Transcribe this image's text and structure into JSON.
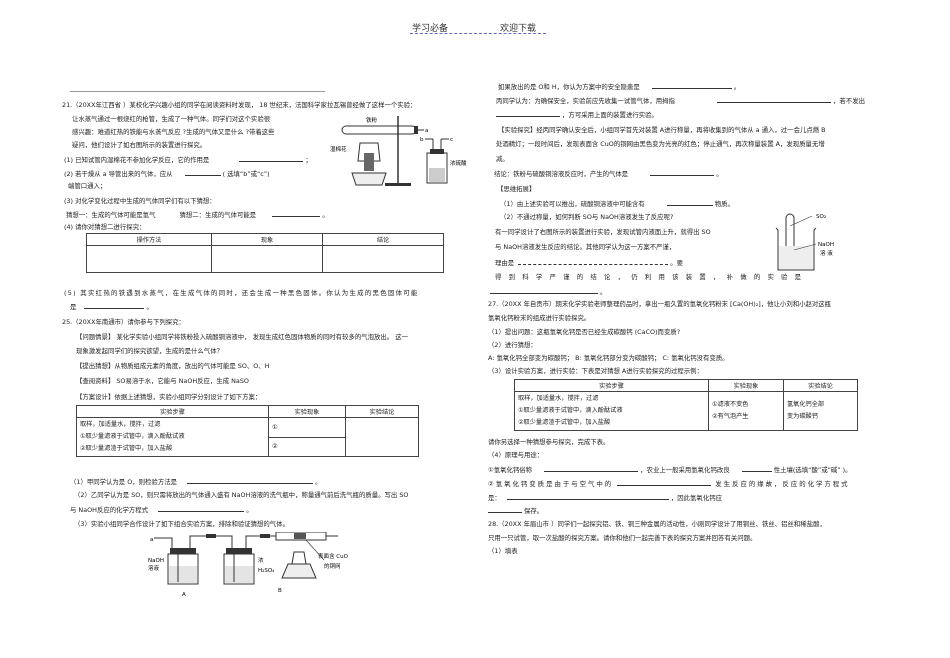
{
  "header": {
    "left": "学习必备",
    "right": "欢迎下载"
  },
  "left_column": {
    "q21": {
      "title": "21.（20XX年江西省 ）某校化学兴趣小组的同学在阅读资料时发现，        18 世纪末，法国科学家拉瓦锡曾经做了这样一个实验：",
      "line2": "让水蒸气通过一根烧红的枪管，生成了一种气体。同学们对这个实验很",
      "line3": "感兴趣：难道红热的铁能与水蒸气反应    ?生成的气体又是什么    ?带着这些",
      "line4": "疑问，他们设计了如右图所示的装置进行探究。",
      "p1": "(1) 已知试管内湿棉花不参加化学反应，它的作用是",
      "p1_end": "；",
      "p2": "(2) 若干燥从 a 导管出来的气体，应从",
      "p2_mid": "(      选填“b”或“c”)",
      "p2_line2": "端管口通入；",
      "p3": "(3) 对化学变化过程中生成的气体同学们有以下猜想：",
      "guess1": "猜想一：生成的气体可能是氢气",
      "guess2": "猜想二：生成的气体可能是",
      "guess2_end": "。",
      "p4": "(4) 请你对猜想二进行探究：",
      "table_headers": [
        "操作方法",
        "现象",
        "结论"
      ],
      "p5": "(5) 其实红热的铁遇到水蒸气，在生成气体的同时，还会生成一种黑色固体。你认为生成的黑色固体可能",
      "p5_line2": "是",
      "p5_end": "。",
      "figure_labels": {
        "iron": "铁粉",
        "cotton": "湿棉花",
        "a": "a",
        "b": "b",
        "c": "c",
        "acid": "浓硫酸"
      }
    },
    "q25": {
      "title": "25.（20XX年南通市）请你参与下列探究：",
      "scenario": "【问题情景】 某化学实验小组同学将铁粉投入硫酸铜溶液中，        发现生成红色固体物质的同时有较多的气泡放出。      这一",
      "scenario2": "现象激发起同学们的探究欲望，生成的是什么气体？",
      "hypothesis": "【提出猜想】从物质组成元素的角度，放出的气体可能是      SO、O、H",
      "reference": "【查阅资料】 SO易溶于水，它能与   NaOH反应，生成  NaSO",
      "design": "【方案设计】依据上述猜想，实验小组同学分别设计了如下方案：",
      "table_headers": [
        "实验步骤",
        "实验现象",
        "实验结论"
      ],
      "table_steps": [
        "取样，加适量水，搅拌，过滤",
        "①取少量滤液于试管中，滴入酚酞试液",
        "②取少量滤渣于试管中，加入盐酸"
      ],
      "table_obs": [
        "①",
        "②"
      ],
      "s1": "（1）甲同学认为是  O，则检验方法是",
      "s1_end": "。",
      "s2": "（2）乙同学认为是  SO，则只需将放出的气体通入盛有      NaOH溶液的洗气瓶中，称量通气前后洗气瓶的质量。写出         SO",
      "s2_line2": "与 NaOH反应的化学方程式",
      "s2_end": "。",
      "s3": "（3）实验小组同学合作设计了如下组合实验方案，排除和验证猜想的气体。",
      "figure_labels": {
        "a": "a",
        "naoh": "NaOH",
        "naoh2": "溶液",
        "conc": "浓",
        "h2so4": "H₂SO₄",
        "A": "A",
        "B": "B",
        "cuo1": "表面含  CuO",
        "cuo2": "的铜网"
      }
    }
  },
  "right_column": {
    "r1": "如果放出的是  O和 H，你认为方案中的安全隐患是",
    "r1_end": "。",
    "r2": "丙同学认为：为确保安全，实验前应先收集一试管气体，用拇指",
    "r2_end": "，若不发出",
    "r3_end": "，方可采用上面的装置进行实验。",
    "explore": "【实验探究】经丙同学确认安全后，小组同学首先对装置       A进行称量，再将收集到的气体从     a 通入，过一会儿点燃  B",
    "explore2": "处酒精灯；一段时间后，发现表面含     CuO的铜网由黑色变为光亮的红色；停止通气，再次称量装置        A，发现质量无增",
    "explore3": "减。",
    "conclusion": "结论：铁粉与硫酸铜溶液反应时，产生的气体是",
    "conclusion_end": "。",
    "extend": "【思维拓展】",
    "e1": "（1）由上述实验可以推出，硫酸铜溶液中可能含有",
    "e1_end": "物质。",
    "e2": "（2）不通过称量，如何判断    SO与 NaOH溶液发生了反应呢?",
    "e3": "有一同学设计了右图所示的装置进行实验，发现试管内液面上升，就得出          SO",
    "e4": "与 NaOH溶液发生反应的结论。其他同学认为这一方案不严谨，",
    "e5": "理由是",
    "e5_end": "。要",
    "e6": "得 到 科 学 严 谨 的 结 论 ， 仍 利 用 该 装 置 ， 补 做 的 实 验 是",
    "e7_end": "。",
    "beaker_labels": {
      "so2": "SO₂",
      "naoh": "NaOH",
      "sol": "溶 液"
    },
    "q27": {
      "title": "27.（20XX 年自贡市）期末化学实验老师整理药品时，拿出一瓶久置的氢氧化钙粉末          [Ca(OH)₂]，他让小刘和小赵对这瓶",
      "title2": "氢氧化钙粉末的组成进行实验探究。",
      "s1": "（1）提出问题：这瓶氢氧化钙是否已经生成碳酸钙      (CaCO)而变质?",
      "s2": "（2）进行猜想：",
      "guesses": "A: 氢氧化钙全部变为碳酸钙；    B: 氢氧化钙部分变为碳酸钙；     C: 氢氧化钙没有变质。",
      "s3": "（3）设计实验方案，进行实验：下表是对猜想      A进行实验探究的过程示例：",
      "table_headers": [
        "实验步骤",
        "实验现象",
        "实验结论"
      ],
      "table_steps": [
        "取样，加适量水，搅拌，过滤",
        "①取少量滤液于试管中，滴入酚酞试液",
        "②取少量滤渣于试管中，加入盐酸"
      ],
      "table_obs": [
        "①滤液不变色",
        "②有气泡产生"
      ],
      "table_conc": [
        "氢氧化钙全部",
        "变为碳酸钙"
      ],
      "after": "请你另选择一种猜想参与探究，完成下表。",
      "s4": "（4）原理与用途：",
      "u1": "①氢氧化钙俗称",
      "u1_mid": "，农业上一般采用氢氧化钙改良",
      "u1_end": "性土壤(选填“酸”或“碱”    )。",
      "u2": "②氢氧化钙变质是由于与空气中的",
      "u2_end": "发生反应的缘故，反应的化学方程式",
      "u3": "是：",
      "u3_end": "，因此氢氧化钙应",
      "u4_end": "保存。"
    },
    "q28": {
      "title": "28.（20XX 年眉山市 ）同学们一起探究铝、铁、铜三种金属的活动性，小刚同学设计了用铜丝、铁丝、铝丝和稀盐酸，",
      "line2": "只用一只试管，取一次盐酸的探究方案。请你和他们一起完善下表的探究方案并回答有关问题。",
      "s1": "（1）填表"
    }
  }
}
